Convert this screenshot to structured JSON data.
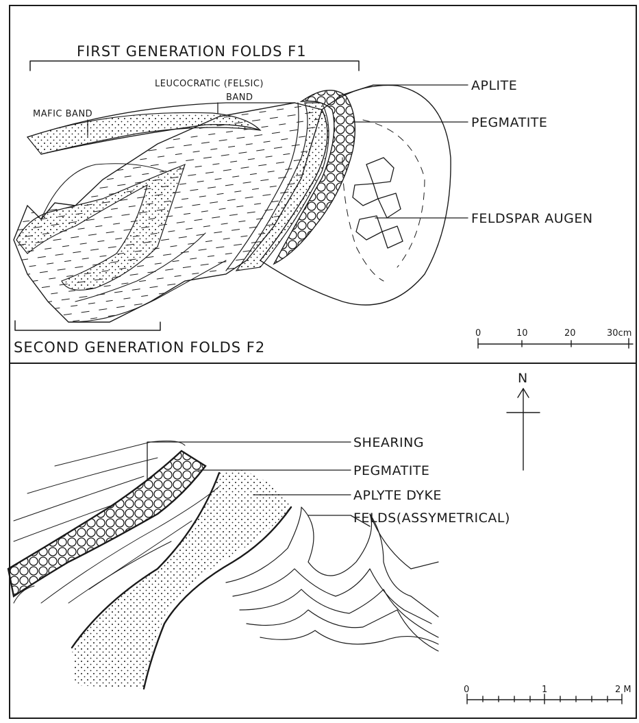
{
  "top_panel": {
    "title": "FIRST GENERATION FOLDS F1",
    "bottom_title": "SECOND GENERATION FOLDS F2",
    "labels": {
      "mafic_band": "MAFIC BAND",
      "leucocratic_line1": "LEUCOCRATIC (FELSIC)",
      "leucocratic_line2": "BAND",
      "aplite": "APLITE",
      "pegmatite": "PEGMATITE",
      "feldspar_augen": "FELDSPAR AUGEN"
    },
    "scale": {
      "ticks": [
        "0",
        "10",
        "20",
        "30cm"
      ]
    }
  },
  "bottom_panel": {
    "labels": {
      "north": "N",
      "shearing": "SHEARING",
      "pegmatite": "PEGMATITE",
      "aplyte_dyke": "APLYTE DYKE",
      "folds": "FELDS(ASSYMETRICAL)"
    },
    "scale": {
      "ticks": [
        "0",
        "1",
        "2 M"
      ]
    }
  }
}
